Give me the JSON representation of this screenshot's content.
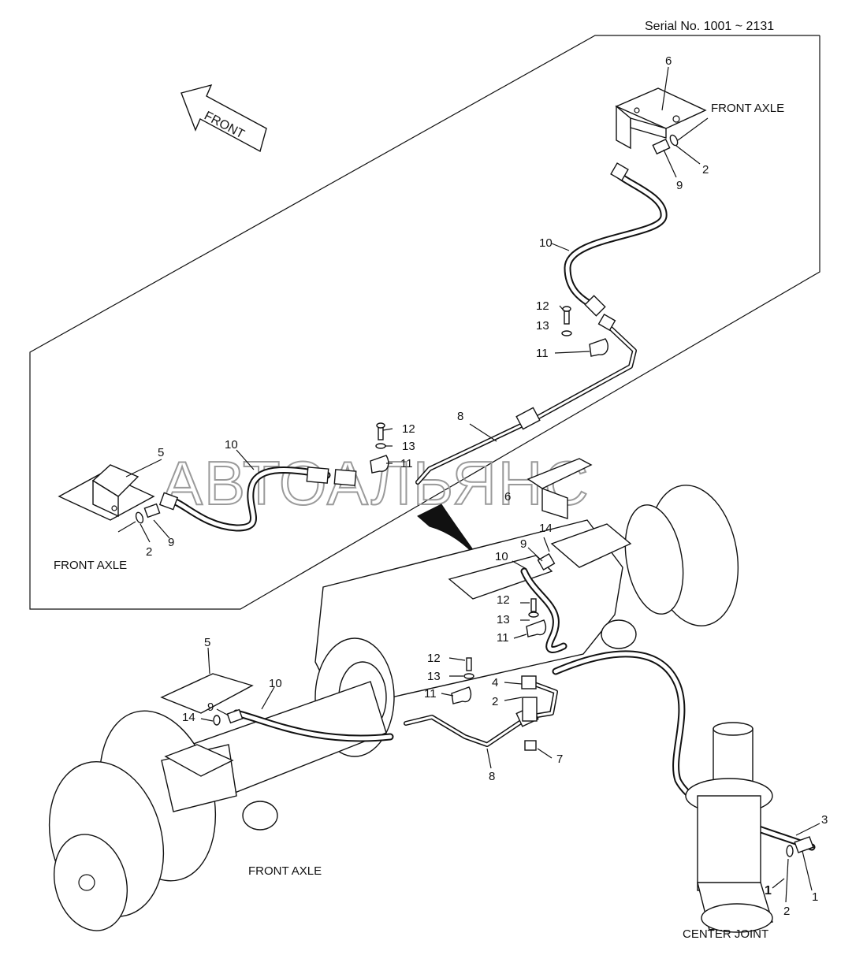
{
  "serial": "Serial No. 1001 ~ 2131",
  "front_arrow": "FRONT",
  "watermark": "АВТОАЛЬЯНС",
  "labels": {
    "front_axle": "FRONT AXLE",
    "center_joint": "CENTER JOINT"
  },
  "callouts": {
    "c1": "1",
    "c1b": "1",
    "c2": "2",
    "c3": "3",
    "c4": "4",
    "c5": "5",
    "c6": "6",
    "c7": "7",
    "c8": "8",
    "c9": "9",
    "c10": "10",
    "c11": "11",
    "c12": "12",
    "c13": "13",
    "c14": "14"
  }
}
